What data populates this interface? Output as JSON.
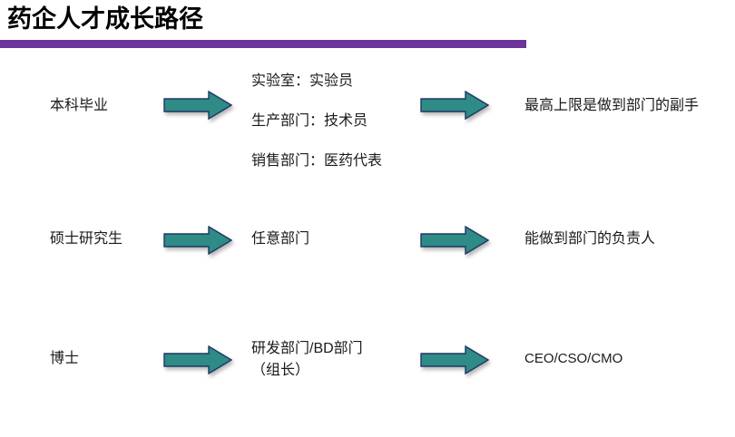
{
  "slide": {
    "title": "药企人才成长路径",
    "accent_color": "#6B359C",
    "arrow_fill": "#2E8B86",
    "arrow_stroke": "#1F3864",
    "background": "#ffffff"
  },
  "rows": [
    {
      "id": "bachelor",
      "degree": "本科毕业",
      "arrow_1": "right-block-arrow",
      "positions": [
        "实验室：实验员",
        "生产部门：技术员",
        "销售部门：医药代表"
      ],
      "arrow_2": "right-block-arrow",
      "ceiling": "最高上限是做到部门的副手"
    },
    {
      "id": "master",
      "degree": "硕士研究生",
      "arrow_1": "right-block-arrow",
      "positions": [
        "任意部门"
      ],
      "arrow_2": "right-block-arrow",
      "ceiling": "能做到部门的负责人"
    },
    {
      "id": "doctor",
      "degree": "博士",
      "arrow_1": "right-block-arrow",
      "positions": [
        "研发部门/BD部门（组长）"
      ],
      "arrow_2": "right-block-arrow",
      "ceiling": "CEO/CSO/CMO"
    }
  ]
}
